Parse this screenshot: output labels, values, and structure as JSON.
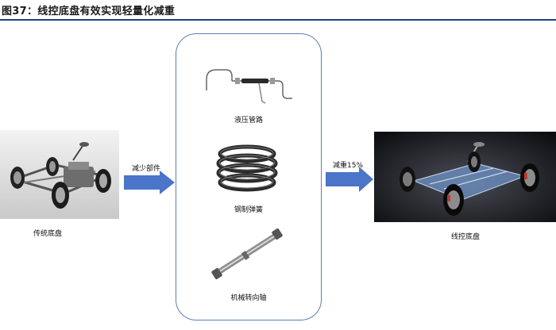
{
  "figure": {
    "title": "图37：线控底盘有效实现轻量化减重"
  },
  "left": {
    "caption": "传统底盘"
  },
  "arrow_left": {
    "label": "减少部件"
  },
  "parts": [
    {
      "caption": "液压管路"
    },
    {
      "caption": "钢制弹簧"
    },
    {
      "caption": "机械转向轴"
    }
  ],
  "arrow_right": {
    "label": "减重15%"
  },
  "right": {
    "caption": "线控底盘"
  },
  "colors": {
    "arrow": "#4a75c9",
    "panel_border": "#5f7fb0",
    "title_rule": "#1f3e7a"
  }
}
